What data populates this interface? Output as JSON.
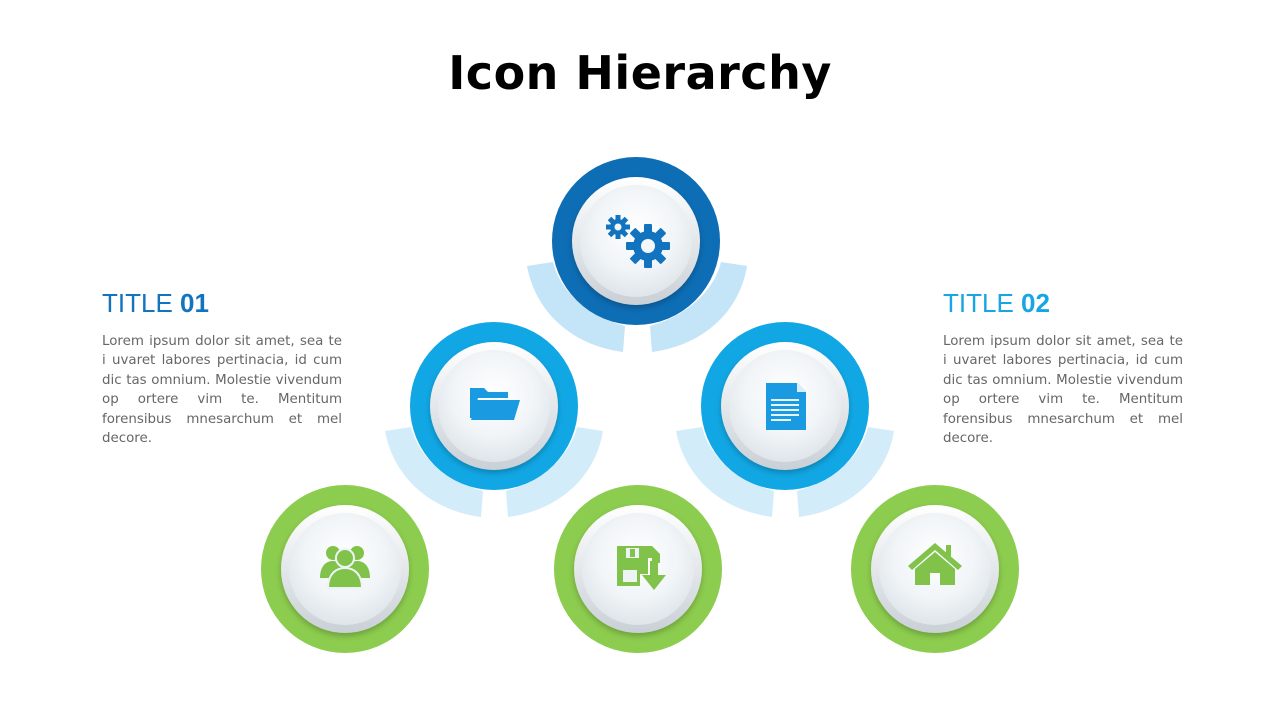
{
  "slide": {
    "title": "Icon Hierarchy"
  },
  "left_block": {
    "heading_word": "TITLE",
    "heading_number": "01",
    "body": "Lorem ipsum dolor sit amet, sea te i uvaret labores pertinacia, id cum dic tas omnium. Molestie vivendum op ortere vim te. Mentitum forensibus mnesarchum et mel decore."
  },
  "right_block": {
    "heading_word": "TITLE",
    "heading_number": "02",
    "body": "Lorem ipsum dolor sit amet, sea te i uvaret labores pertinacia, id cum dic tas omnium. Molestie vivendum op ortere vim te. Mentitum forensibus mnesarchum et mel decore."
  },
  "colors": {
    "dark_blue": "#0d6db5",
    "mid_blue": "#11a7e4",
    "green": "#8ccc4e",
    "light_bracket": "#c4e4f8",
    "icon_dark_blue": "#1273be",
    "icon_mid_blue": "#1a9ae0",
    "icon_green": "#80c24a"
  },
  "nodes": [
    {
      "level": "top",
      "icon": "gears-icon"
    },
    {
      "level": "middle-left",
      "icon": "folder-icon"
    },
    {
      "level": "middle-right",
      "icon": "document-icon"
    },
    {
      "level": "bottom-left",
      "icon": "users-icon"
    },
    {
      "level": "bottom-center",
      "icon": "save-download-icon"
    },
    {
      "level": "bottom-right",
      "icon": "home-icon"
    }
  ]
}
